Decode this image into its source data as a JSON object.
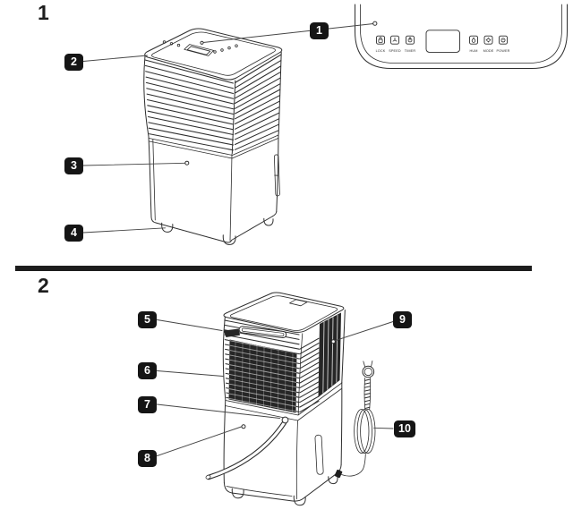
{
  "figure1": {
    "section_label": "1",
    "callouts": [
      {
        "num": "1"
      },
      {
        "num": "2"
      },
      {
        "num": "3"
      },
      {
        "num": "4"
      }
    ],
    "control_panel": {
      "buttons": [
        {
          "icon": "lock-icon",
          "label": "LOCK"
        },
        {
          "icon": "fan-speed-icon",
          "label": "SPEED"
        },
        {
          "icon": "timer-icon",
          "label": "TIMER"
        },
        {
          "icon": "humidity-drop-icon",
          "label": "HUM"
        },
        {
          "icon": "mode-gear-icon",
          "label": "MODE"
        },
        {
          "icon": "power-icon",
          "label": "POWER"
        }
      ]
    }
  },
  "figure2": {
    "section_label": "2",
    "callouts": [
      {
        "num": "5"
      },
      {
        "num": "6"
      },
      {
        "num": "7"
      },
      {
        "num": "8"
      },
      {
        "num": "9"
      },
      {
        "num": "10"
      }
    ]
  },
  "colors": {
    "background": "#ffffff",
    "line": "#2e2e2e",
    "grille_fill": "#262626",
    "callout_bg": "#151515",
    "callout_text": "#ffffff",
    "divider": "#1d1d1d"
  }
}
